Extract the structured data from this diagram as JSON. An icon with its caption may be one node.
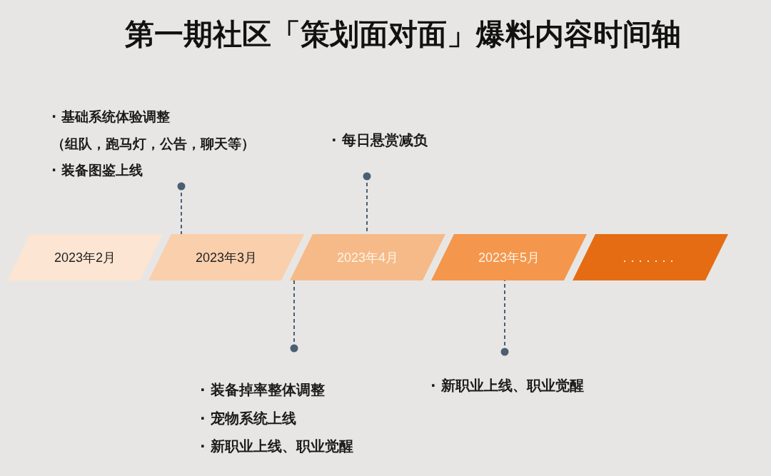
{
  "diagram": {
    "title": "第一期社区「策划面对面」爆料内容时间轴",
    "nodes": [
      {
        "text": [
          "· 基础系统体验调整",
          "（组队，跑马灯，公告，聊天等）",
          "· 装备图鉴上线"
        ]
      },
      {
        "text": [
          "· 每日悬赏减负"
        ]
      },
      {
        "text": [
          "2023年2月"
        ]
      },
      {
        "text": [
          "2023年3月"
        ]
      },
      {
        "text": [
          "2023年4月"
        ]
      },
      {
        "text": [
          "2023年5月"
        ]
      },
      {
        "text": [
          "......."
        ]
      },
      {
        "text": [
          "· 装备掉率整体调整",
          "· 宠物系统上线",
          "· 新职业上线、职业觉醒"
        ]
      },
      {
        "text": [
          "· 新职业上线、职业觉醒"
        ]
      }
    ],
    "edges": [
      {
        "from": 0,
        "to": 3,
        "arrow": "other",
        "style": "dashed"
      },
      {
        "from": 1,
        "to": 4,
        "arrow": "other",
        "style": "dashed"
      },
      {
        "from": 7,
        "to": 4,
        "arrow": "other",
        "style": "dashed"
      },
      {
        "from": 8,
        "to": 5,
        "arrow": "other",
        "style": "dashed"
      }
    ]
  }
}
